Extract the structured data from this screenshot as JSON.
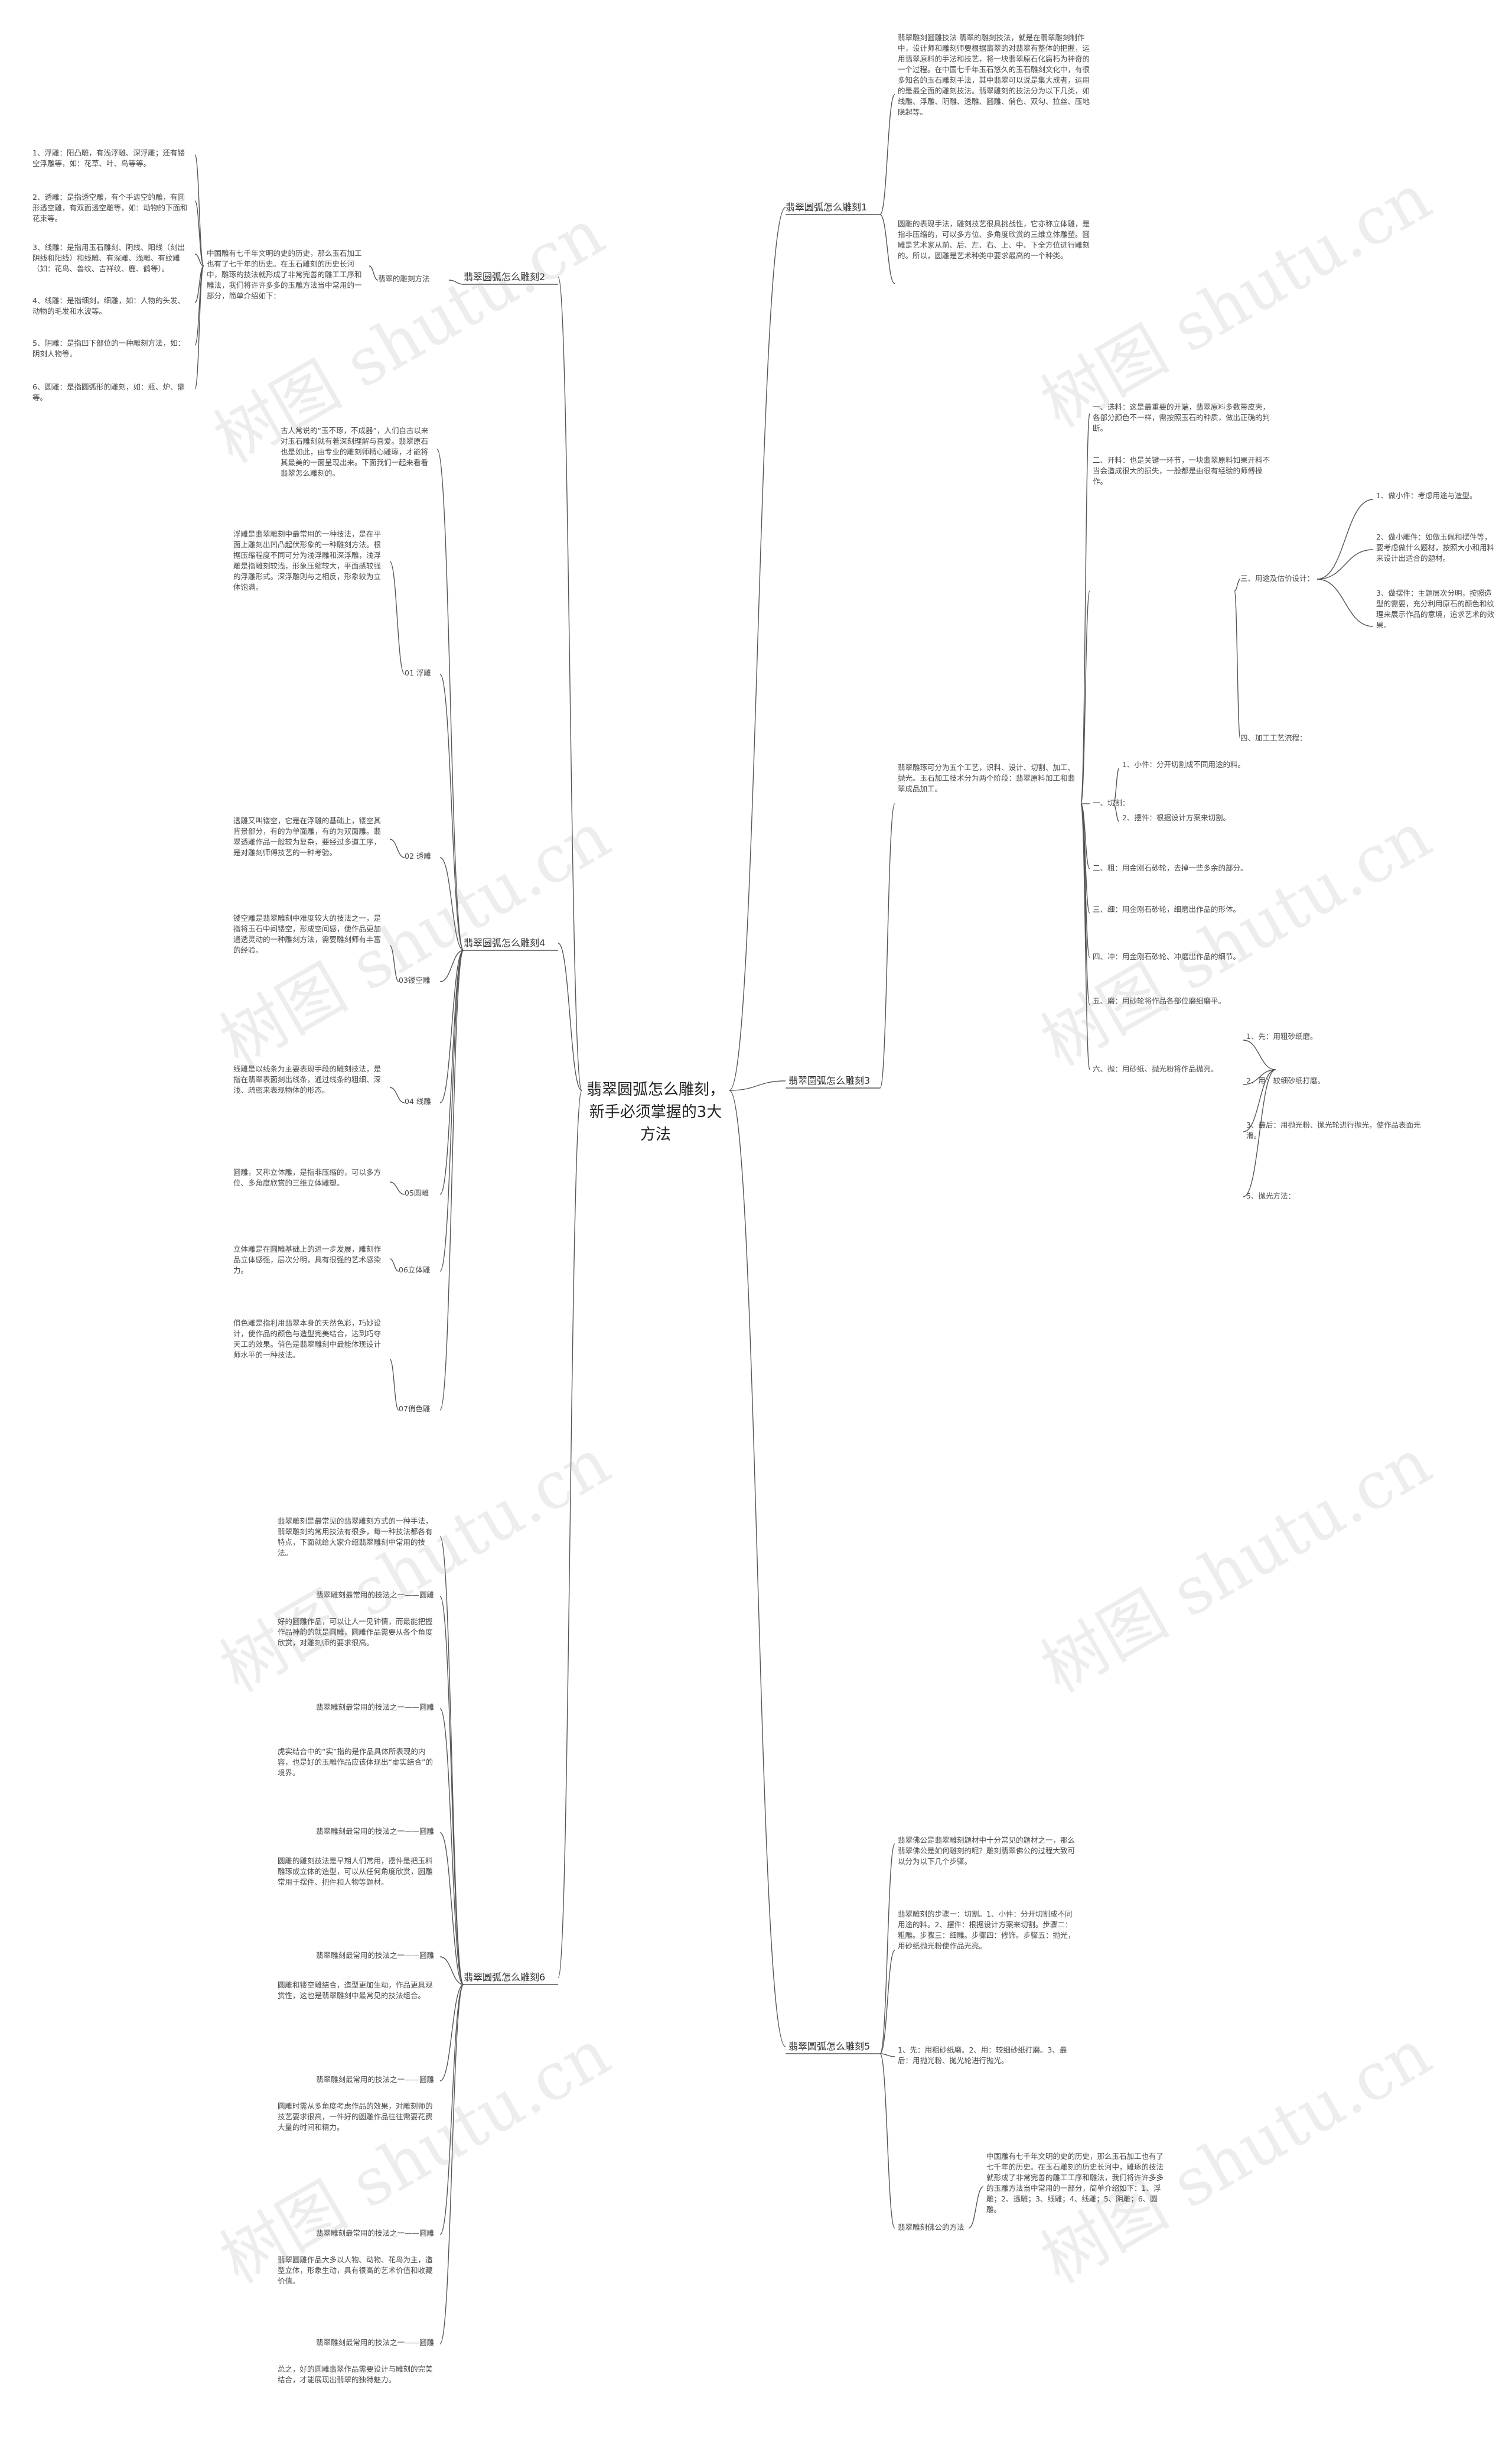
{
  "center": {
    "title": "翡翠圆弧怎么雕刻，新手必须掌握的3大方法"
  },
  "branch1": {
    "label": "翡翠圆弧怎么雕刻1",
    "p1": "翡翠雕刻圆雕技法 翡翠的雕刻技法，就是在翡翠雕刻制作中，设计师和雕刻师要根据翡翠的对翡翠有整体的把握，运用翡翠原料的手法和技艺，将一块翡翠原石化腐朽为神奇的一个过程。在中国七千年玉石悠久的玉石雕刻文化中，有很多知名的玉石雕刻手法，其中翡翠可以说是集大成者，运用的是最全面的雕刻技法。翡翠雕刻的技法分为以下几类，如线雕、浮雕、阴雕、透雕、圆雕、俏色、双勾、拉丝、压地隐起等。",
    "p2": "圆雕的表现手法，雕刻技艺很具挑战性，它亦称立体雕，是指非压缩的，可以多方位、多角度欣赏的三维立体雕塑。圆雕是艺术家从前、后、左、右、上、中、下全方位进行雕刻的。所以，圆雕是艺术种类中要求最高的一个种类。"
  },
  "branch2": {
    "label": "翡翠圆弧怎么雕刻2",
    "sub": "翡翠的雕刻方法",
    "intro": "中国雕有七千年文明的史的历史，那么玉石加工也有了七千年的历史。在玉石雕刻的历史长河中，雕琢的技法就形成了非常完善的雕工工序和雕法，我们将许许多多的玉雕方法当中常用的一部分，简单介绍如下：",
    "items": [
      "1、浮雕：阳凸雕，有浅浮雕、深浮雕；还有镂空浮雕等，如：花草、叶、鸟等等。",
      "2、透雕：是指透空雕，有个手遮空的雕，有圆形透空雕，有双面透空雕等，如：动物的下面和花束等。",
      "3、线雕：是指用玉石雕刻、阴线、阳线（刻出阴线和阳线）和线雕、有深雕、浅雕、有纹雕（如：花鸟、兽纹、吉祥纹、鹿、鹤等）。",
      "4、线雕：是指细刻，细雕，如：人物的头发、动物的毛发和水波等。",
      "5、阴雕：是指凹下部位的一种雕刻方法，如：阴刻人物等。",
      "6、圆雕：是指圆弧形的雕刻，如：瓶、炉、鼎等。"
    ]
  },
  "branch3": {
    "label": "翡翠圆弧怎么雕刻3",
    "intro": "翡翠雕琢可分为五个工艺，识料、设计、切割、加工、抛光。玉石加工技术分为两个阶段：翡翠原料加工和翡翠成品加工。",
    "s1": "一、选料：这是最重要的开端，翡翠原料多数带皮壳，各部分颜色不一样，需按照玉石的种质，做出正确的判断。",
    "s2": "二、开料：也是关键一环节，一块翡翠原料如果开料不当会造成很大的损失，一般都是由很有经验的师傅操作。",
    "design": "三、用途及估价设计：",
    "design_items": [
      "1、做小件：考虑用途与造型。",
      "2、做小雕件：如做玉佩和摆件等，要考虑做什么题材，按照大小和用料来设计出适合的题材。",
      "3、做摆件：主题层次分明，按照造型的需要，充分利用原石的颜色和纹理来展示作品的意境，追求艺术的效果。"
    ],
    "design_tail": "四、加工工艺流程：",
    "cut": "一、切割：",
    "cut_items": [
      "1、小件：分开切割成不同用途的料。",
      "2、摆件：根据设计方案来切割。"
    ],
    "steps": [
      "二、粗：用金刚石砂轮，去掉一些多余的部分。",
      "三、细：用金刚石砂轮，细磨出作品的形体。",
      "四、冲：用金刚石砂轮、冲磨出作品的细节。",
      "五、磨：用砂轮将作品各部位磨细磨平。"
    ],
    "polish": "六、抛：用砂纸、抛光粉将作品抛亮。",
    "polish_items": [
      "1、先：用粗砂纸磨。",
      "2、用：较细砂纸打磨。",
      "3、最后：用抛光粉、抛光轮进行抛光，使作品表面光滑。"
    ],
    "polish_tail": "5、抛光方法："
  },
  "branch4": {
    "label": "翡翠圆弧怎么雕刻4",
    "intro": "古人常说的“玉不琢，不成器”，人们自古以来对玉石雕刻就有着深刻理解与喜爱。翡翠原石也是如此，由专业的雕刻师精心雕琢，才能将其最美的一面呈现出来。下面我们一起来看看翡翠怎么雕刻的。",
    "cats": [
      {
        "tag": "01 浮雕",
        "text": "浮雕是翡翠雕刻中最常用的一种技法，是在平面上雕刻出凹凸起伏形象的一种雕刻方法。根据压缩程度不同可分为浅浮雕和深浮雕，浅浮雕是指雕刻较浅，形象压缩较大，平面感较强的浮雕形式。深浮雕则与之相反，形象较为立体饱满。"
      },
      {
        "tag": "02 透雕",
        "text": "透雕又叫镂空，它是在浮雕的基础上，镂空其背景部分，有的为单面雕，有的为双面雕。翡翠透雕作品一般较为复杂，要经过多道工序，是对雕刻师傅技艺的一种考验。"
      },
      {
        "tag": "03镂空雕",
        "text": "镂空雕是翡翠雕刻中难度较大的技法之一，是指将玉石中间镂空，形成空间感，使作品更加通透灵动的一种雕刻方法，需要雕刻师有丰富的经验。"
      },
      {
        "tag": "04 线雕",
        "text": "线雕是以线条为主要表现手段的雕刻技法，是指在翡翠表面刻出线条，通过线条的粗细、深浅、疏密来表现物体的形态。"
      },
      {
        "tag": "05圆雕",
        "text": "圆雕，又称立体雕，是指非压缩的，可以多方位、多角度欣赏的三维立体雕塑。"
      },
      {
        "tag": "06立体雕",
        "text": "立体雕是在圆雕基础上的进一步发展，雕刻作品立体感强，层次分明，具有很强的艺术感染力。"
      },
      {
        "tag": "07俏色雕",
        "text": "俏色雕是指利用翡翠本身的天然色彩，巧妙设计，使作品的颜色与造型完美结合，达到巧夺天工的效果。俏色是翡翠雕刻中最能体现设计师水平的一种技法。"
      }
    ]
  },
  "branch5": {
    "label": "翡翠圆弧怎么雕刻5",
    "intro": "翡翠佛公是翡翠雕刻题材中十分常见的题材之一，那么翡翠佛公是如何雕刻的呢？雕刻翡翠佛公的过程大致可以分为以下几个步骤。",
    "p1": "翡翠雕刻的步骤一：切割。1、小件：分开切割成不同用途的料。2、摆件：根据设计方案来切割。步骤二：粗雕。步骤三：细雕。步骤四：修饰。步骤五：抛光，用砂纸抛光粉使作品光亮。",
    "p2": "1、先：用粗砂纸磨。2、用：较细砂纸打磨。3、最后：用抛光粉、抛光轮进行抛光。",
    "sub": "翡翠雕刻佛公的方法",
    "subtext": "中国雕有七千年文明的史的历史，那么玉石加工也有了七千年的历史。在玉石雕刻的历史长河中，雕琢的技法就形成了非常完善的雕工工序和雕法，我们将许许多多的玉雕方法当中常用的一部分，简单介绍如下：1、浮雕；2、透雕；3、线雕；4、线雕；5、阴雕；6、圆雕。"
  },
  "branch6": {
    "label": "翡翠圆弧怎么雕刻6",
    "intro": "翡翠雕刻是最常见的翡翠雕刻方式的一种手法，翡翠雕刻的常用技法有很多，每一种技法都各有特点，下面就给大家介绍翡翠雕刻中常用的技法。",
    "items": [
      {
        "head": "翡翠雕刻最常用的技法之一——圆雕",
        "text": "好的圆雕作品，可以让人一见钟情，而最能把握作品神韵的就是圆雕，圆雕作品需要从各个角度欣赏，对雕刻师的要求很高。"
      },
      {
        "head": "翡翠雕刻最常用的技法之一——圆雕",
        "text": "虎实结合中的“实”指的是作品具体所表现的内容，也是好的玉雕作品应该体现出“虚实结合”的境界。"
      },
      {
        "head": "翡翠雕刻最常用的技法之一——圆雕",
        "text": "圆雕的雕刻技法是早期人们常用，摆件是把玉料雕琢成立体的造型，可以从任何角度欣赏，圆雕常用于摆件、把件和人物等题材。"
      },
      {
        "head": "翡翠雕刻最常用的技法之一——圆雕",
        "text": "圆雕和镂空雕结合，造型更加生动，作品更具观赏性，这也是翡翠雕刻中最常见的技法组合。"
      },
      {
        "head": "翡翠雕刻最常用的技法之一——圆雕",
        "text": "圆雕时需从多角度考虑作品的效果，对雕刻师的技艺要求很高，一件好的圆雕作品往往需要花费大量的时间和精力。"
      },
      {
        "head": "翡翠雕刻最常用的技法之一——圆雕",
        "text": "翡翠圆雕作品大多以人物、动物、花鸟为主，造型立体，形象生动，具有很高的艺术价值和收藏价值。"
      },
      {
        "head": "翡翠雕刻最常用的技法之一——圆雕",
        "text": "总之，好的圆雕翡翠作品需要设计与雕刻的完美结合，才能展现出翡翠的独特魅力。"
      }
    ]
  },
  "watermark": "树图 shutu.cn"
}
